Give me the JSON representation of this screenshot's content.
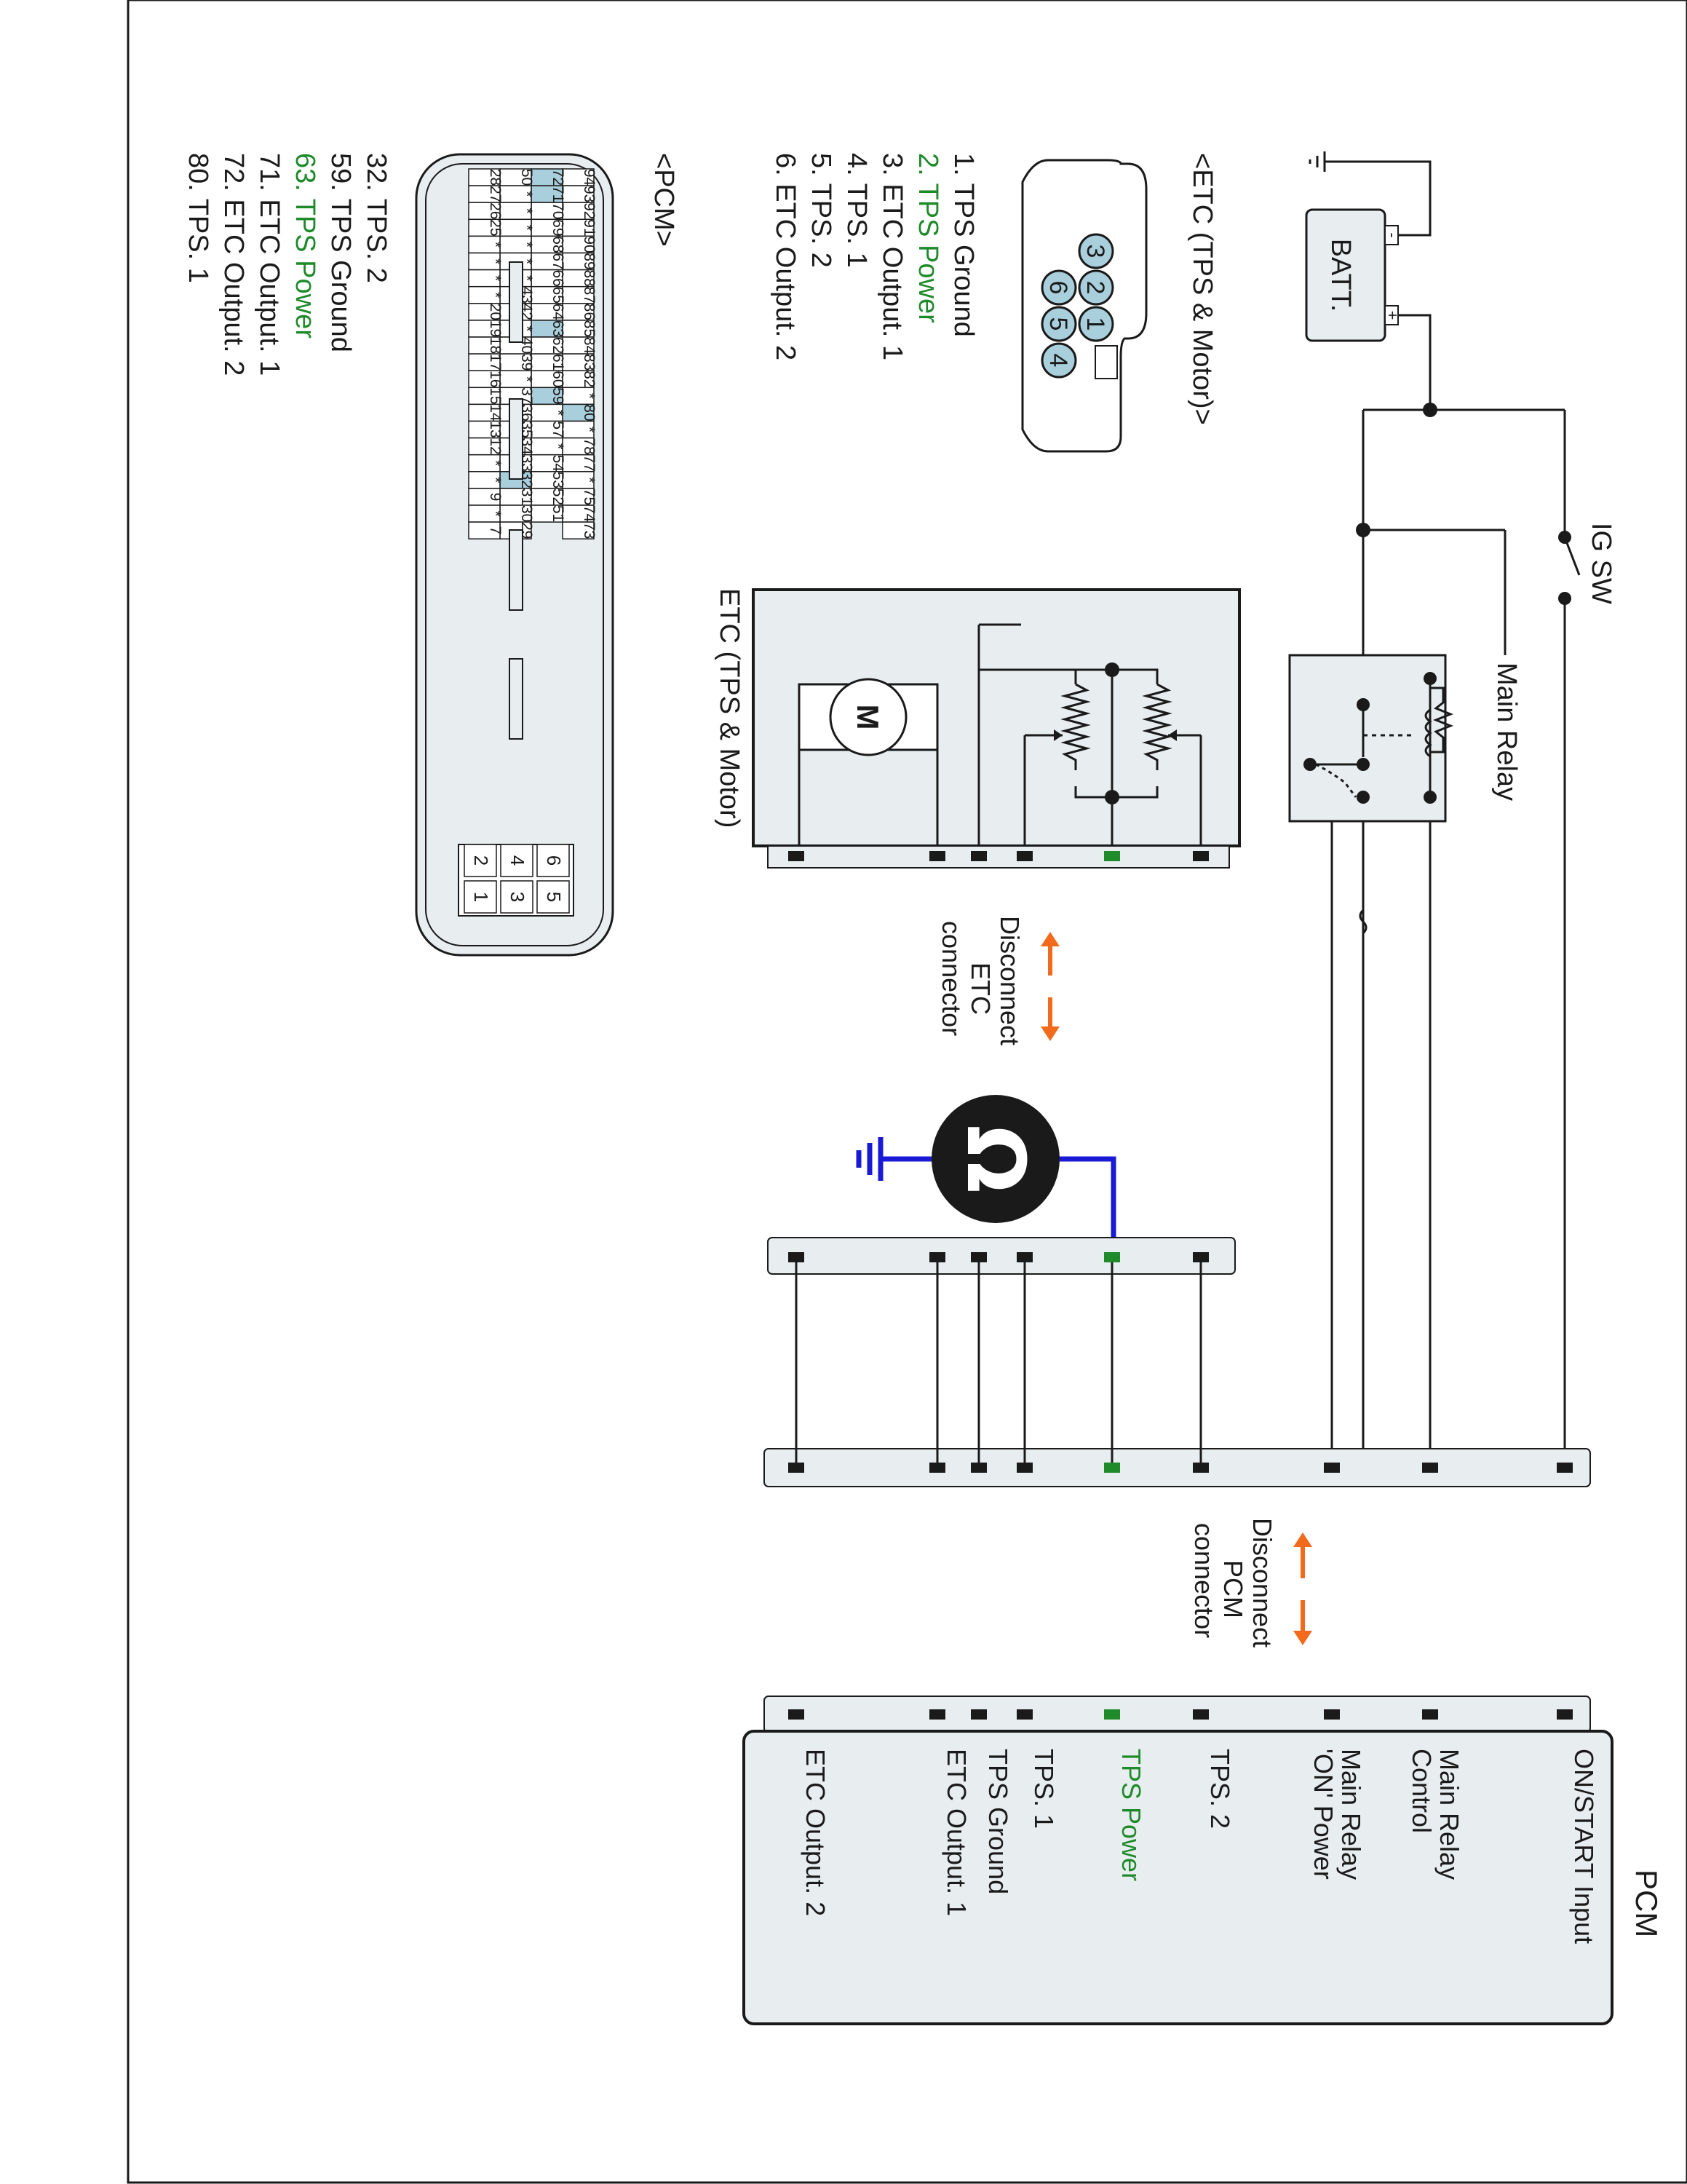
{
  "colors": {
    "line": "#1a1a1a",
    "green": "#1e8a2a",
    "orange": "#f26a1b",
    "blue": "#1a1ad6",
    "pin_hl": "#a9cfdc",
    "panel": "#e8eef0"
  },
  "components": {
    "batt": "BATT.",
    "batt_minus": "-",
    "batt_plus": "+",
    "ig_sw": "IG SW",
    "main_relay": "Main Relay",
    "etc_box": "ETC (TPS & Motor)",
    "motor": "M",
    "ohm": "Ω",
    "disconnect_etc": [
      "Disconnect",
      "ETC",
      "connector"
    ],
    "disconnect_pcm": [
      "Disconnect",
      "PCM",
      "connector"
    ],
    "pcm_title": "PCM"
  },
  "pcm_pins": [
    {
      "label": "ON/START Input",
      "color": "#1a1a1a"
    },
    {
      "label": "Main Relay\nControl",
      "color": "#1a1a1a"
    },
    {
      "label": "Main Relay\n'ON' Power",
      "color": "#1a1a1a"
    },
    {
      "label": "TPS. 2",
      "color": "#1a1a1a"
    },
    {
      "label": "TPS Power",
      "color": "#1e8a2a"
    },
    {
      "label": "TPS. 1",
      "color": "#1a1a1a"
    },
    {
      "label": "TPS Ground",
      "color": "#1a1a1a"
    },
    {
      "label": "ETC Output. 1",
      "color": "#1a1a1a"
    },
    {
      "label": "ETC Output. 2",
      "color": "#1a1a1a"
    }
  ],
  "etc_connector": {
    "title": "<ETC (TPS & Motor)>",
    "pins": [
      "1",
      "2",
      "3",
      "4",
      "5",
      "6"
    ],
    "legend": [
      {
        "text": "1. TPS Ground",
        "color": "#1a1a1a"
      },
      {
        "text": "2. TPS Power",
        "color": "#1e8a2a"
      },
      {
        "text": "3. ETC Output. 1",
        "color": "#1a1a1a"
      },
      {
        "text": "4. TPS. 1",
        "color": "#1a1a1a"
      },
      {
        "text": "5. TPS. 2",
        "color": "#1a1a1a"
      },
      {
        "text": "6. ETC Output. 2",
        "color": "#1a1a1a"
      }
    ]
  },
  "pcm_connector": {
    "title": "<PCM>",
    "rows": [
      [
        "94",
        "93",
        "92",
        "91",
        "90",
        "89",
        "88",
        "87",
        "86",
        "85",
        "84",
        "83",
        "82",
        "*",
        "80",
        "*",
        "78",
        "77",
        "*",
        "75",
        "74",
        "73"
      ],
      [
        "72",
        "71",
        "70",
        "69",
        "68",
        "67",
        "66",
        "65",
        "64",
        "63",
        "62",
        "61",
        "60",
        "59",
        "*",
        "57",
        "*",
        "54",
        "53",
        "52",
        "51"
      ],
      [
        "50",
        "*",
        "*",
        "*",
        "*",
        "*",
        "*",
        "43",
        "42",
        "*",
        "40",
        "39",
        "*",
        "37",
        "36",
        "35",
        "34",
        "33",
        "32",
        "31",
        "30",
        "29"
      ],
      [
        "28",
        "27",
        "26",
        "25",
        "*",
        "*",
        "*",
        "*",
        "20",
        "19",
        "18",
        "17",
        "16",
        "15",
        "14",
        "13",
        "12",
        "*",
        "*",
        "9",
        "*",
        "7"
      ]
    ],
    "highlighted": [
      "72",
      "71",
      "63",
      "59",
      "80",
      "32"
    ],
    "aux_pins": [
      "6",
      "5",
      "4",
      "3",
      "2",
      "1"
    ],
    "legend": [
      {
        "text": "32. TPS. 2",
        "color": "#1a1a1a"
      },
      {
        "text": "59. TPS Ground",
        "color": "#1a1a1a"
      },
      {
        "text": "63. TPS Power",
        "color": "#1e8a2a"
      },
      {
        "text": "71. ETC Output. 1",
        "color": "#1a1a1a"
      },
      {
        "text": "72. ETC Output. 2",
        "color": "#1a1a1a"
      },
      {
        "text": "80. TPS. 1",
        "color": "#1a1a1a"
      }
    ]
  }
}
